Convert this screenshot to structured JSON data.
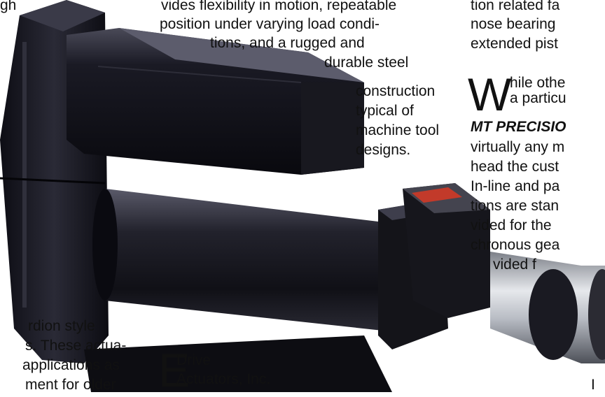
{
  "center_text": {
    "lines": [
      "vides flexibility in motion, repeatable",
      "position under varying load condi-",
      "tions, and a rugged and",
      "durable steel",
      "construction",
      "typical of",
      "machine tool",
      "designs."
    ]
  },
  "left_text": {
    "top_fragment": "gh",
    "bottom_lines": [
      "rdion style",
      "s.  These actua-",
      " applications as",
      "ment for older"
    ]
  },
  "right_text": {
    "top_lines": [
      "tion related fa",
      "nose bearing",
      "extended pist"
    ],
    "dropcap": "W",
    "dropcap_rest_1": "hile othe",
    "dropcap_rest_2": "a particu",
    "brand_fragment": "MT PRECISIO",
    "body_lines": [
      "virtually any m",
      "head the cust",
      "In-line and pa",
      "tions are stan",
      "vided for the",
      "chronous gea",
      "vided f"
    ],
    "corner": "I"
  },
  "logo": {
    "letter": "E",
    "line1": "Drive",
    "line2": "Actuators, Inc."
  },
  "product": {
    "label_plate_color": "#c23a2a",
    "body_color": "#121218"
  }
}
